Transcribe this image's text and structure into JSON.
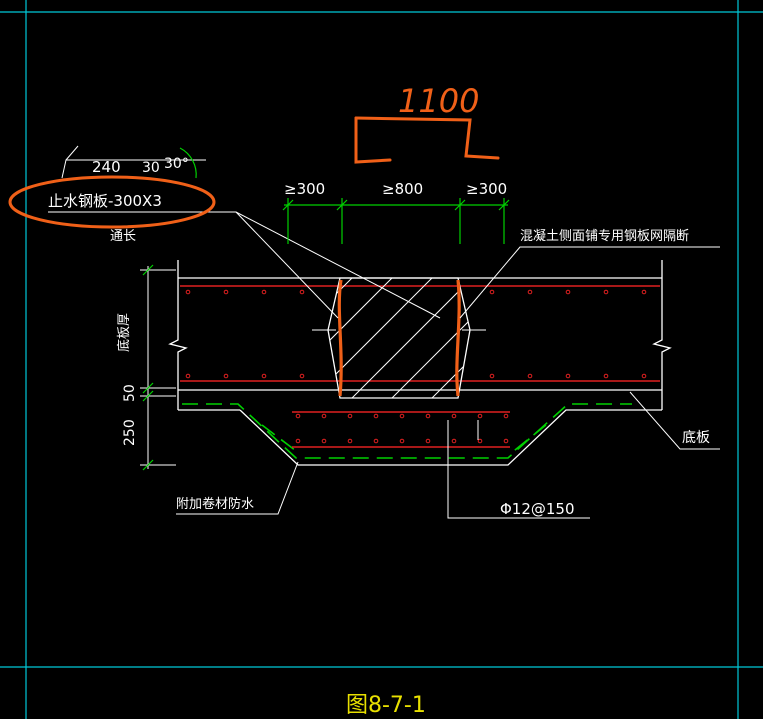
{
  "colors": {
    "background": "#000000",
    "frame": "#00c8d8",
    "lines": "#ffffff",
    "dimension": "#00d000",
    "rebar": "#e02020",
    "annotation": "#f06018",
    "caption": "#e8e000"
  },
  "handwritten_note": "1100",
  "labels": {
    "waterstop": "止水钢板-300X3",
    "through": "通长",
    "angle_240": "240",
    "angle_30a": "30",
    "angle_30b": "30°",
    "mesh_note": "混凝土侧面铺专用钢板网隔断",
    "base_plate": "底板",
    "waterproof": "附加卷材防水",
    "rebar_spec": "Φ12@150",
    "slab_thickness": "底板厚",
    "dim_50": "50",
    "dim_250": "250"
  },
  "dimensions": {
    "left": "≥300",
    "middle": "≥800",
    "right": "≥300"
  },
  "caption": "图8-7-1"
}
